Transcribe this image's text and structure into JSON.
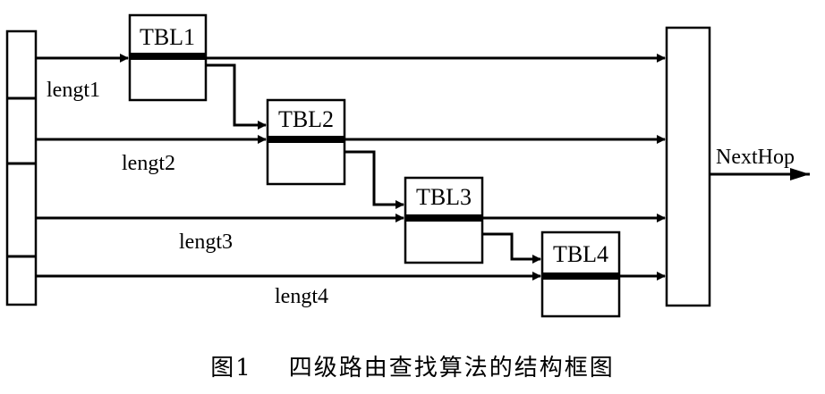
{
  "diagram": {
    "tables": [
      {
        "label": "TBL1"
      },
      {
        "label": "TBL2"
      },
      {
        "label": "TBL3"
      },
      {
        "label": "TBL4"
      }
    ],
    "lengths": [
      {
        "label": "lengt1"
      },
      {
        "label": "lengt2"
      },
      {
        "label": "lengt3"
      },
      {
        "label": "lengt4"
      }
    ],
    "output_label": "NextHop",
    "caption": "图1    四级路由查找算法的结构框图"
  }
}
